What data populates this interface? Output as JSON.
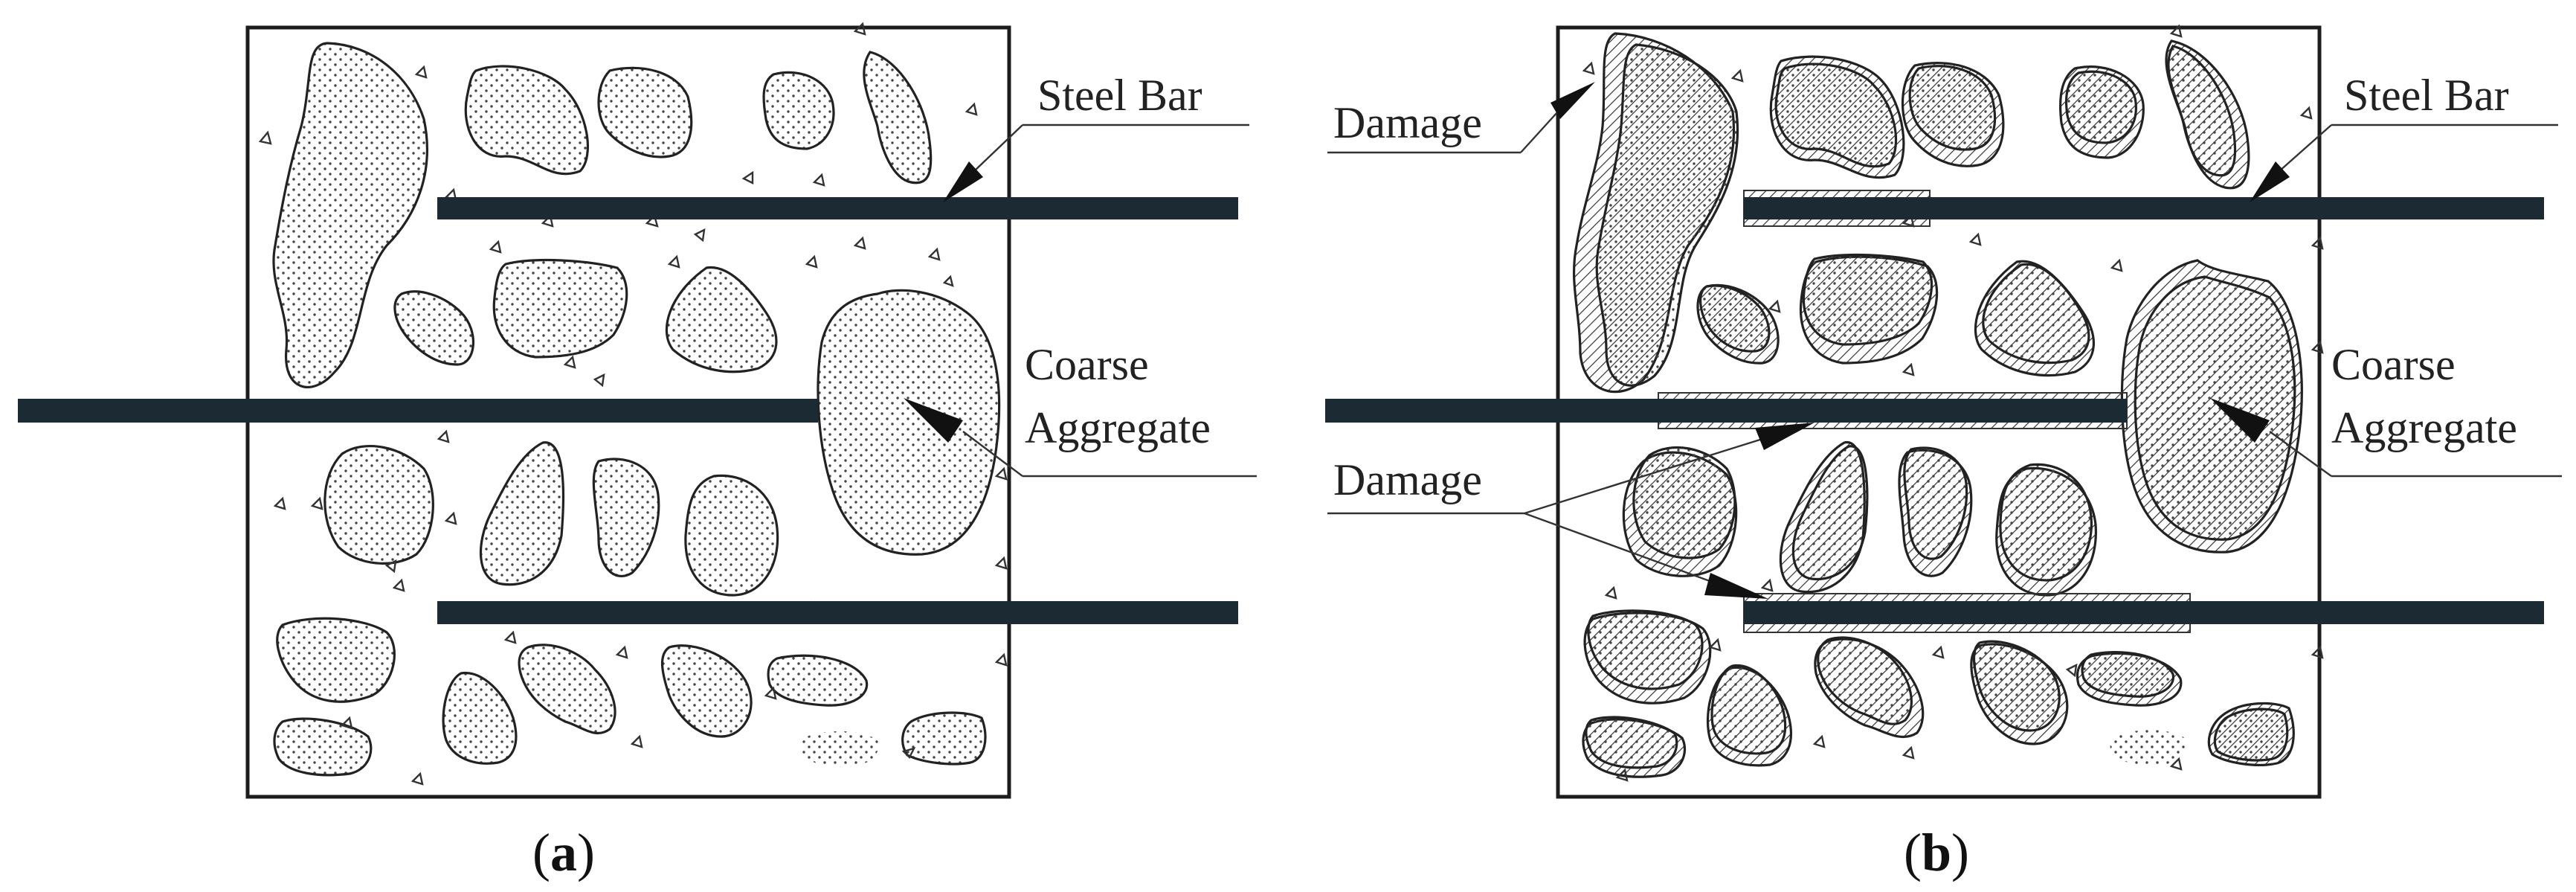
{
  "panels": [
    {
      "id": "a",
      "caption_open": "(",
      "caption_letter": "a",
      "caption_close": ")",
      "labels": {
        "steel_bar": "Steel Bar",
        "coarse_line1": "Coarse",
        "coarse_line2": "Aggregate"
      }
    },
    {
      "id": "b",
      "caption_open": "(",
      "caption_letter": "b",
      "caption_close": ")",
      "labels": {
        "damage_top": "Damage",
        "steel_bar": "Steel Bar",
        "coarse_line1": "Coarse",
        "coarse_line2": "Aggregate",
        "damage_mid": "Damage"
      }
    }
  ],
  "colors": {
    "steel_bar": "#1c2a33",
    "outline": "#1c1c1c",
    "aggregate_dots": "#444444",
    "background": "#ffffff"
  },
  "icons": {
    "aggregate": "stippled-blob",
    "fine_aggregate": "small-triangle",
    "damage_zone": "hatched-rim",
    "pointer": "filled-arrowhead"
  }
}
